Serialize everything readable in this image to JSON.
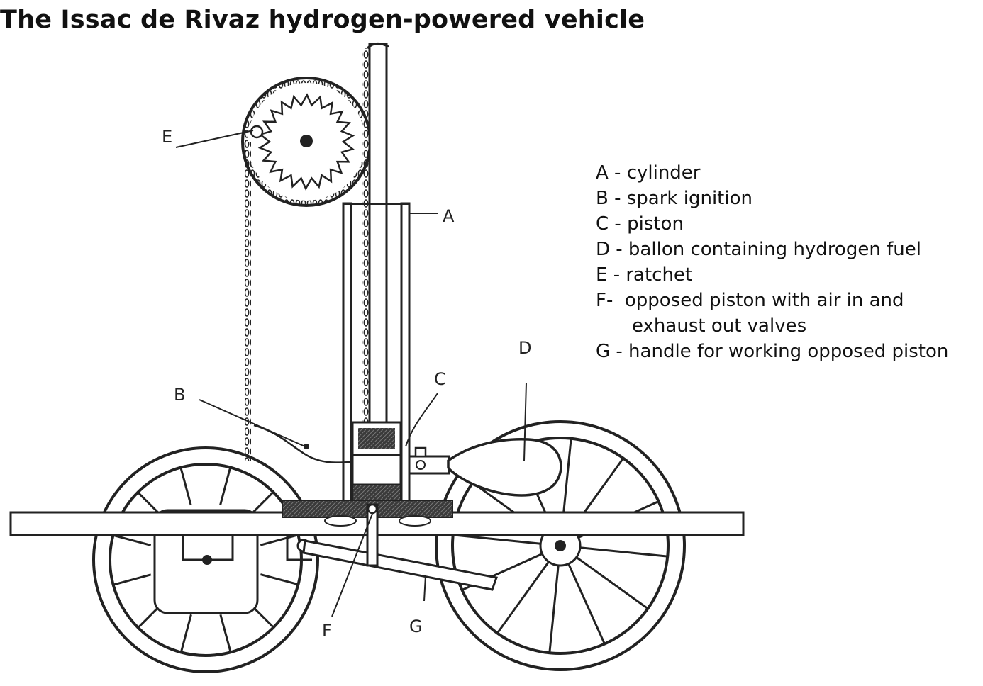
{
  "title": "The Issac de Rivaz hydrogen-powered vehicle",
  "legend": [
    {
      "text": "A - cylinder"
    },
    {
      "text": "B - spark ignition"
    },
    {
      "text": "C - piston"
    },
    {
      "text": "D - ballon containing hydrogen fuel"
    },
    {
      "text": "E - ratchet"
    },
    {
      "text": "F-  opposed piston with air in and"
    },
    {
      "text": "exhaust out valves",
      "continuation": true
    },
    {
      "text": "G - handle for working opposed piston"
    }
  ],
  "labels": {
    "A": "A",
    "B": "B",
    "C": "C",
    "D": "D",
    "E": "E",
    "F": "F",
    "G": "G"
  }
}
